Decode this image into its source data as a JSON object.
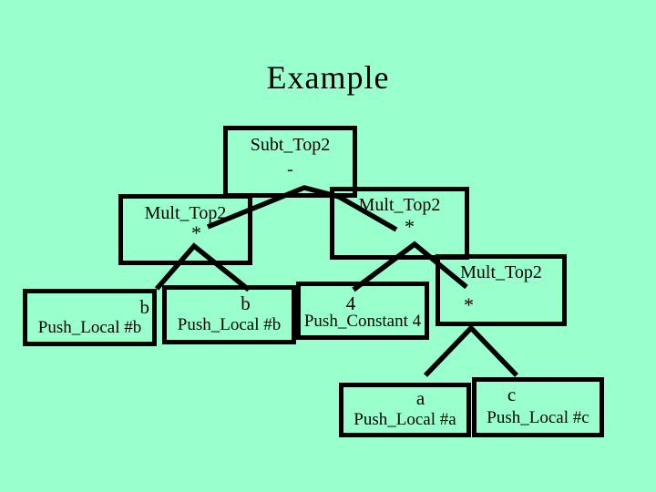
{
  "slide": {
    "title": "Example"
  },
  "colors": {
    "background": "#99FFCC",
    "line": "#000000",
    "text": "#000000"
  },
  "nodes": {
    "subt": {
      "name": "Subt_Top2",
      "symbol": "-"
    },
    "mult_left": {
      "name": "Mult_Top2",
      "symbol": "*"
    },
    "mult_right": {
      "name": "Mult_Top2",
      "symbol": "*"
    },
    "mult_far": {
      "name": "Mult_Top2",
      "symbol": "*"
    }
  },
  "leaves": {
    "b_left": {
      "letter": "b",
      "instruction": "Push_Local #b"
    },
    "b_mid": {
      "letter": "b",
      "instruction": "Push_Local #b"
    },
    "const4": {
      "letter": "4",
      "instruction": "Push_Constant 4"
    },
    "a": {
      "letter": "a",
      "instruction": "Push_Local #a"
    },
    "c": {
      "letter": "c",
      "instruction": "Push_Local #c"
    }
  }
}
